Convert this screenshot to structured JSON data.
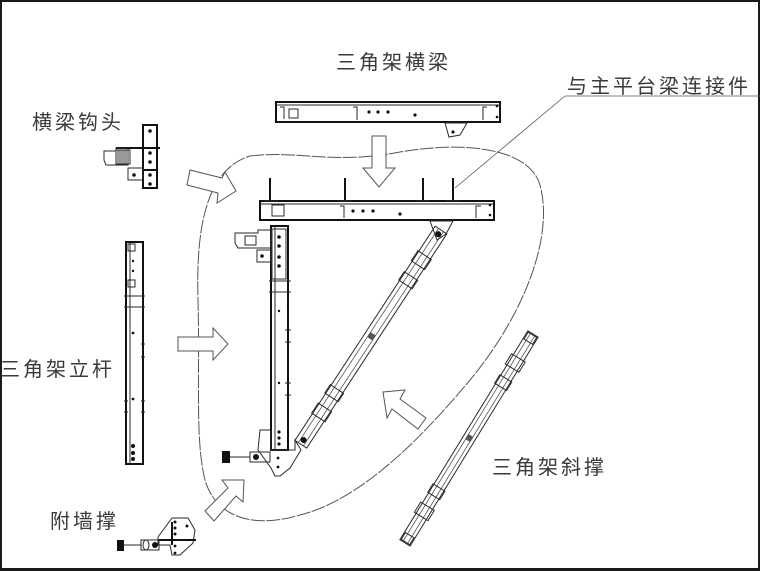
{
  "title": "三角架组装示意图",
  "labels": {
    "crossbeam": "三角架横梁",
    "connector": "与主平台梁连接件",
    "crossbeam_hook": "横梁钩头",
    "upright": "三角架立杆",
    "wall_brace": "附墙撑",
    "diagonal_brace": "三角架斜撑"
  },
  "colors": {
    "line": "#2a2a2a",
    "text": "#3a3a3a",
    "frame": "#1a1a1a",
    "background": "#ffffff"
  }
}
